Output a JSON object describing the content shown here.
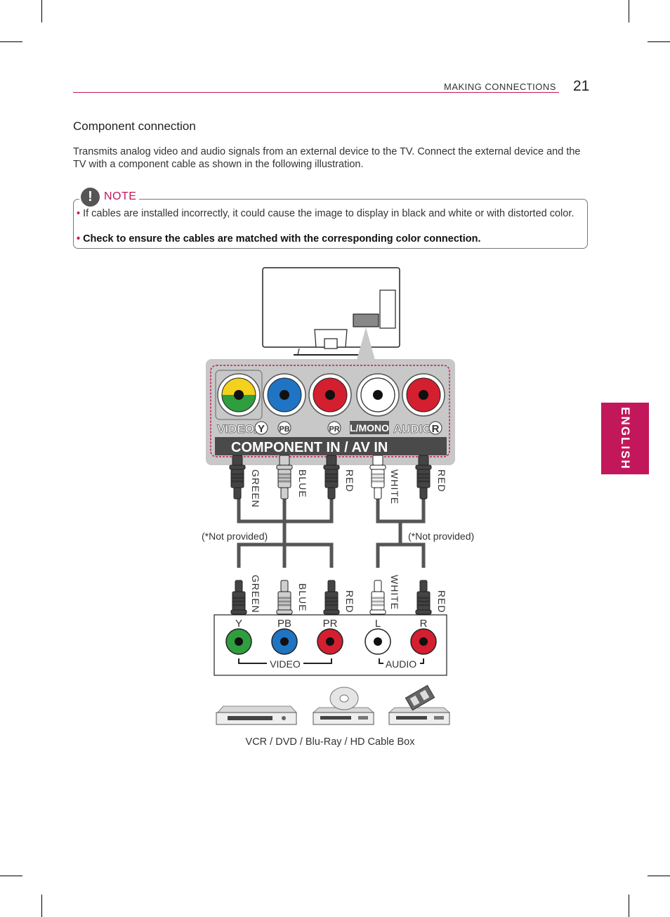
{
  "header": {
    "section": "MAKING CONNECTIONS",
    "page_number": "21"
  },
  "side_tab": {
    "label": "ENGLISH"
  },
  "title": "Component connection",
  "intro": "Transmits analog video and audio signals from an external device to the TV. Connect the external device and the TV with a component cable as shown in the following illustration.",
  "note": {
    "label": "NOTE",
    "icon": "exclamation-icon",
    "items": [
      "If cables are installed incorrectly, it could cause the image to display in black and white or with distorted color.",
      "Check to ensure the cables are matched with the corresponding color connection."
    ]
  },
  "tv_panel": {
    "video_label": "VIDEO/",
    "y_label": "Y",
    "pb_label": "PB",
    "pr_label": "PR",
    "lmono_label": "L/MONO",
    "audio_label": "AUDIO",
    "r_label": "R",
    "title": "COMPONENT IN / AV IN"
  },
  "cable_labels": [
    "GREEN",
    "BLUE",
    "RED",
    "WHITE",
    "RED"
  ],
  "not_provided": "(*Not provided)",
  "device_panel": {
    "jack_labels": [
      "Y",
      "PB",
      "PR",
      "L",
      "R"
    ],
    "video_label": "VIDEO",
    "audio_label": "AUDIO"
  },
  "colors": {
    "accent": "#c2185b",
    "green": "#2e9e3f",
    "blue": "#1f74c4",
    "red": "#d31f2f",
    "white": "#ffffff",
    "cable_dark": "#555555"
  },
  "footer_caption": "VCR / DVD / Blu-Ray / HD Cable Box"
}
